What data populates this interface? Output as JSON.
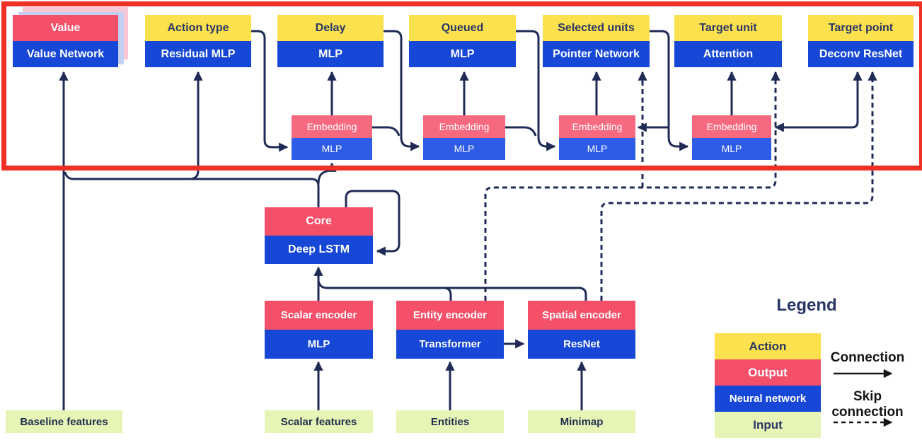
{
  "heads": [
    {
      "action": "Value",
      "network": "Value Network"
    },
    {
      "action": "Action type",
      "network": "Residual MLP"
    },
    {
      "action": "Delay",
      "network": "MLP"
    },
    {
      "action": "Queued",
      "network": "MLP"
    },
    {
      "action": "Selected units",
      "network": "Pointer Network"
    },
    {
      "action": "Target unit",
      "network": "Attention"
    },
    {
      "action": "Target point",
      "network": "Deconv ResNet"
    }
  ],
  "embeddings": [
    {
      "output": "Embedding",
      "network": "MLP"
    },
    {
      "output": "Embedding",
      "network": "MLP"
    },
    {
      "output": "Embedding",
      "network": "MLP"
    },
    {
      "output": "Embedding",
      "network": "MLP"
    }
  ],
  "core": {
    "output": "Core",
    "network": "Deep LSTM"
  },
  "encoders": [
    {
      "output": "Scalar encoder",
      "network": "MLP"
    },
    {
      "output": "Entity encoder",
      "network": "Transformer"
    },
    {
      "output": "Spatial encoder",
      "network": "ResNet"
    }
  ],
  "inputs": [
    {
      "label": "Baseline features"
    },
    {
      "label": "Scalar features"
    },
    {
      "label": "Entities"
    },
    {
      "label": "Minimap"
    }
  ],
  "legend": {
    "title": "Legend",
    "items": [
      {
        "label": "Action",
        "color": "#fbe14e"
      },
      {
        "label": "Output",
        "color": "#f4506a"
      },
      {
        "label": "Neural network",
        "color": "#1647d6"
      },
      {
        "label": "Input",
        "color": "#e6f4b5"
      }
    ],
    "connection_label": "Connection",
    "skip_connection_label": "Skip connection"
  },
  "colors": {
    "action_yellow": "#fbe14e",
    "output_pink": "#f4506a",
    "embedding_pink": "#f7697f",
    "network_blue": "#1647d6",
    "embedding_blue": "#2e5ce6",
    "input_green": "#e6f4b5",
    "line_navy": "#1f2b55",
    "highlight_red": "#ee3124",
    "ghost_pink": "#f9c6d3",
    "ghost_blue": "#c3d0f4"
  }
}
